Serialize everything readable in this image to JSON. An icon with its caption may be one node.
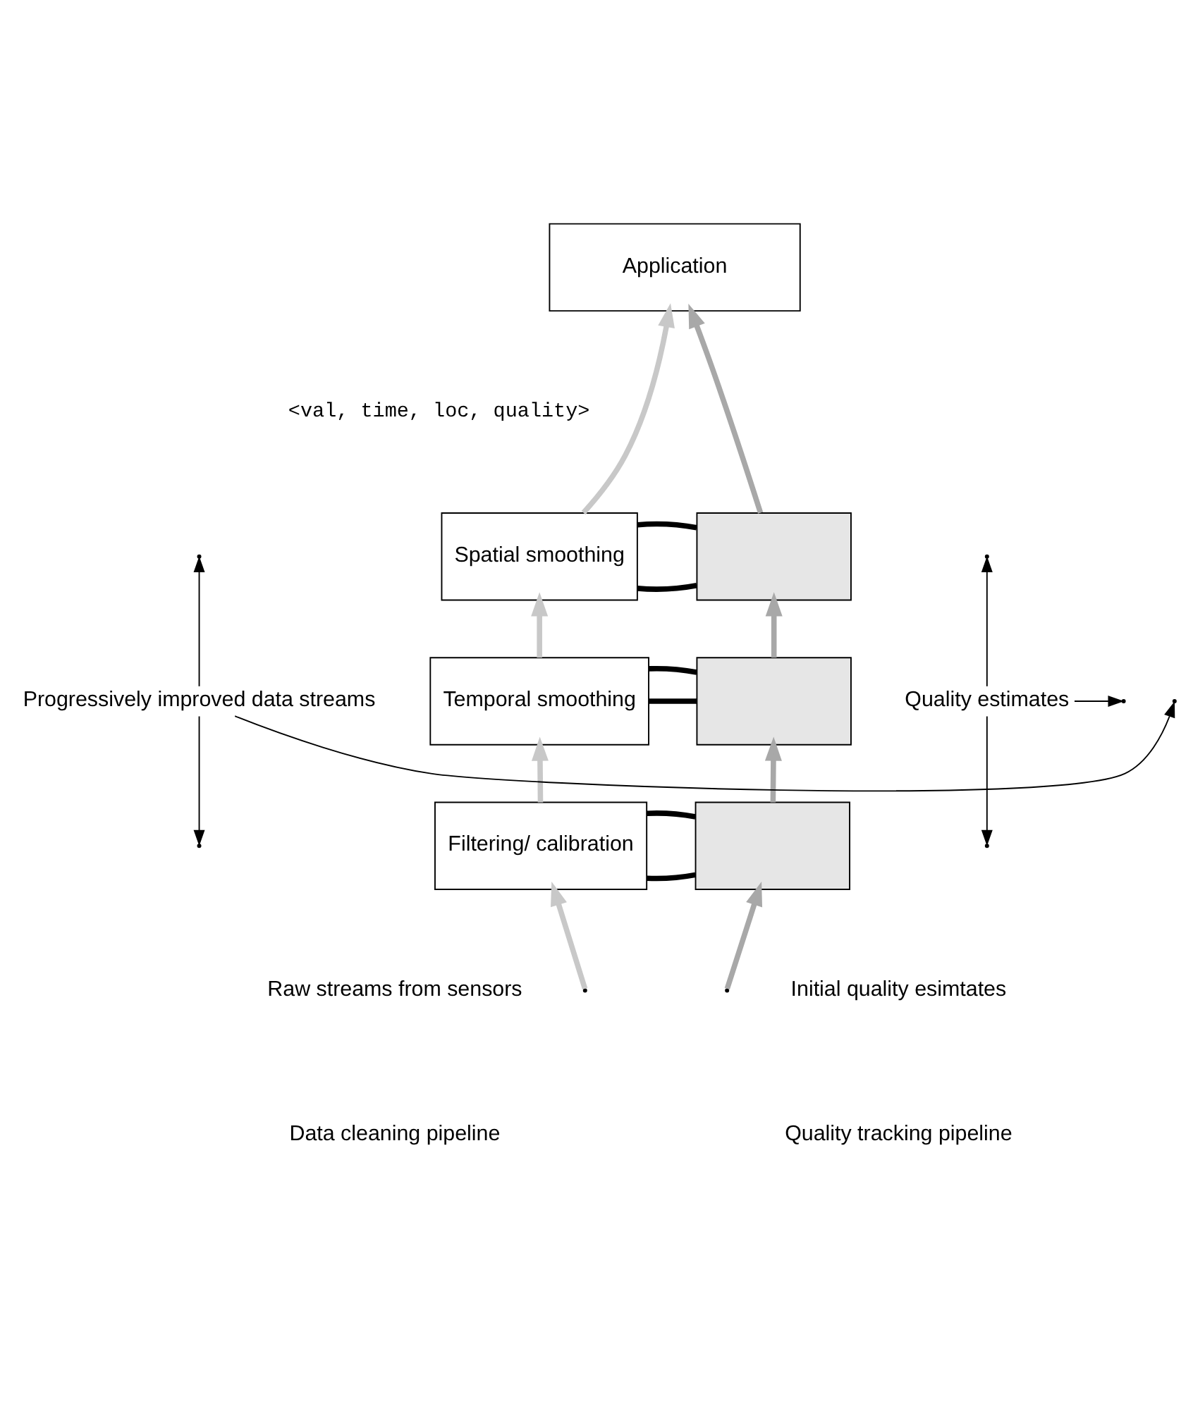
{
  "diagram": {
    "nodes": [
      {
        "text": [
          "Application"
        ]
      },
      {
        "text": [
          "Spatial smoothing"
        ]
      },
      {
        "text": [],
        "shape": "box"
      },
      {
        "text": [
          "Temporal smoothing"
        ]
      },
      {
        "text": [],
        "shape": "box"
      },
      {
        "text": [
          "Filtering/ calibration"
        ]
      },
      {
        "text": [],
        "shape": "box"
      },
      {
        "text": [
          "Progressively improved data streams"
        ]
      },
      {
        "text": [
          "Quality estimates"
        ]
      }
    ],
    "edges": [
      {
        "from": null,
        "to": 5,
        "arrow": "to",
        "color": "#c8c8c8"
      },
      {
        "from": 5,
        "to": 3,
        "arrow": "to",
        "color": "#c8c8c8"
      },
      {
        "from": 3,
        "to": 1,
        "arrow": "to",
        "color": "#c8c8c8"
      },
      {
        "from": 1,
        "to": 0,
        "arrow": "to",
        "color": "#c8c8c8"
      },
      {
        "from": null,
        "to": 6,
        "arrow": "to",
        "color": "#a8a8a8"
      },
      {
        "from": 6,
        "to": 4,
        "arrow": "to",
        "color": "#a8a8a8"
      },
      {
        "from": 4,
        "to": 2,
        "arrow": "to",
        "color": "#a8a8a8"
      },
      {
        "from": 2,
        "to": 0,
        "arrow": "to",
        "color": "#a8a8a8"
      },
      {
        "from": 1,
        "to": 2,
        "arrow": "none"
      },
      {
        "from": 1,
        "to": 2,
        "arrow": "none"
      },
      {
        "from": 3,
        "to": 4,
        "arrow": "none"
      },
      {
        "from": 3,
        "to": 4,
        "arrow": "none"
      },
      {
        "from": 5,
        "to": 6,
        "arrow": "none"
      },
      {
        "from": 5,
        "to": 6,
        "arrow": "none"
      },
      {
        "from": 7,
        "to": null,
        "arrow": "to"
      },
      {
        "from": 7,
        "to": null,
        "arrow": "to"
      },
      {
        "from": 7,
        "to": null,
        "arrow": "to"
      },
      {
        "from": 8,
        "to": null,
        "arrow": "to"
      },
      {
        "from": 8,
        "to": null,
        "arrow": "to"
      },
      {
        "from": 8,
        "to": null,
        "arrow": "to"
      }
    ],
    "labels": [
      "<val, time, loc, quality>",
      "Raw streams from sensors",
      "Initial quality esimtates",
      "Data cleaning pipeline",
      "Quality tracking pipeline"
    ]
  }
}
